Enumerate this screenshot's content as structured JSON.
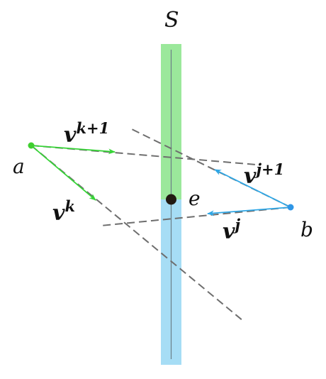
{
  "labels": {
    "set": "S",
    "point_a": "a",
    "point_b": "b",
    "point_e": "e"
  },
  "vectors": {
    "vk": {
      "base": "v",
      "sup": "k"
    },
    "vk1": {
      "base": "v",
      "sup": "k+1"
    },
    "vj": {
      "base": "v",
      "sup": "j"
    },
    "vj1": {
      "base": "v",
      "sup": "j+1"
    }
  },
  "colors": {
    "upper_half": "#9BE89B",
    "lower_half": "#A6DDF5",
    "axis_line": "#6b7f86",
    "dashed_line": "#6e6e6e",
    "green_arrow": "#37d437",
    "blue_arrow": "#2fa7e6",
    "point_a": "#3fcf2f",
    "point_b": "#2f96e6",
    "point_e": "#221a12"
  }
}
